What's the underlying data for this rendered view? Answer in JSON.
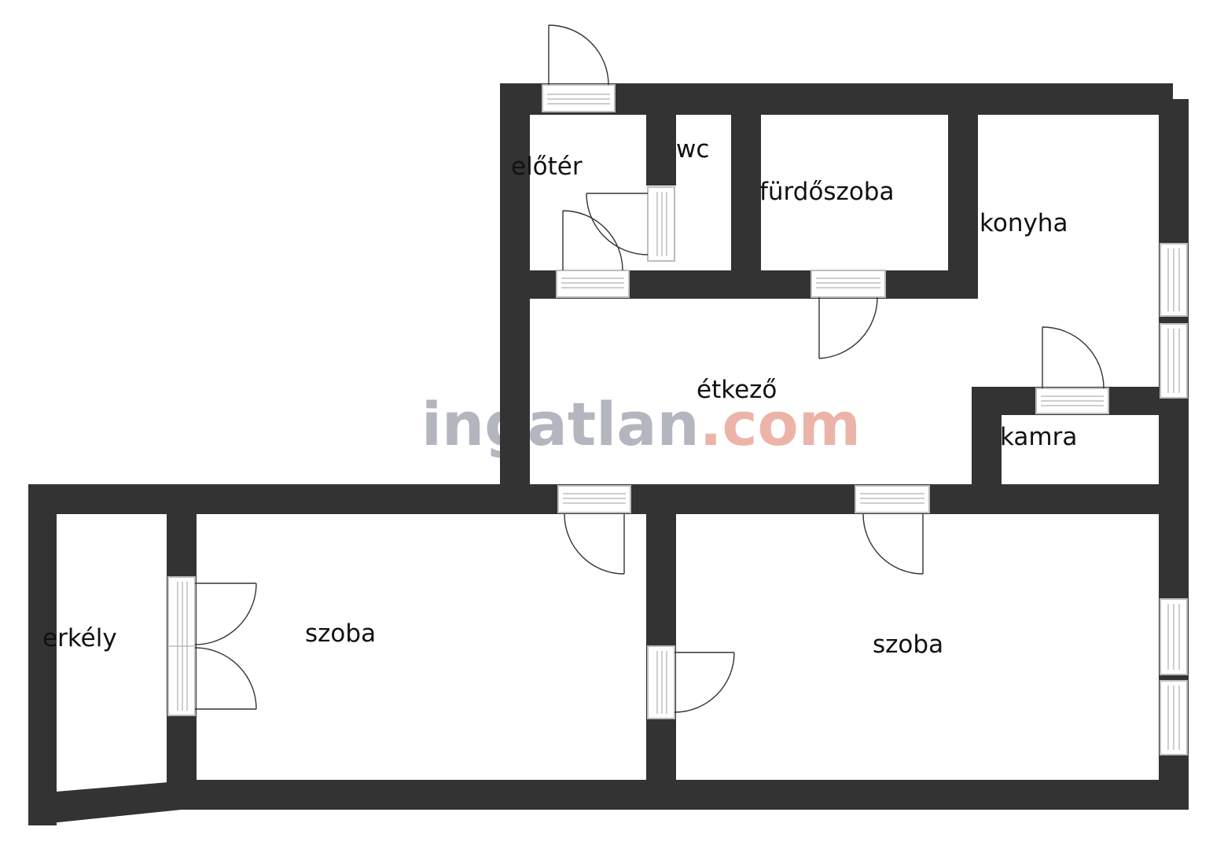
{
  "floorplan": {
    "rooms": [
      {
        "id": "eloter",
        "label": "előtér"
      },
      {
        "id": "wc",
        "label": "wc"
      },
      {
        "id": "furdoszoba",
        "label": "fürdőszoba"
      },
      {
        "id": "konyha",
        "label": "konyha"
      },
      {
        "id": "etkezo",
        "label": "étkező"
      },
      {
        "id": "kamra",
        "label": "kamra"
      },
      {
        "id": "erkely",
        "label": "erkély"
      },
      {
        "id": "szoba-1",
        "label": "szoba"
      },
      {
        "id": "szoba-2",
        "label": "szoba"
      }
    ],
    "watermark": {
      "part1": "ingatlan",
      "part2": ".com"
    },
    "colors": {
      "wall": "#333333",
      "frame": "#bdbdbd",
      "watermark_gray": "#a8aab5",
      "watermark_accent": "#e9a89a"
    }
  }
}
